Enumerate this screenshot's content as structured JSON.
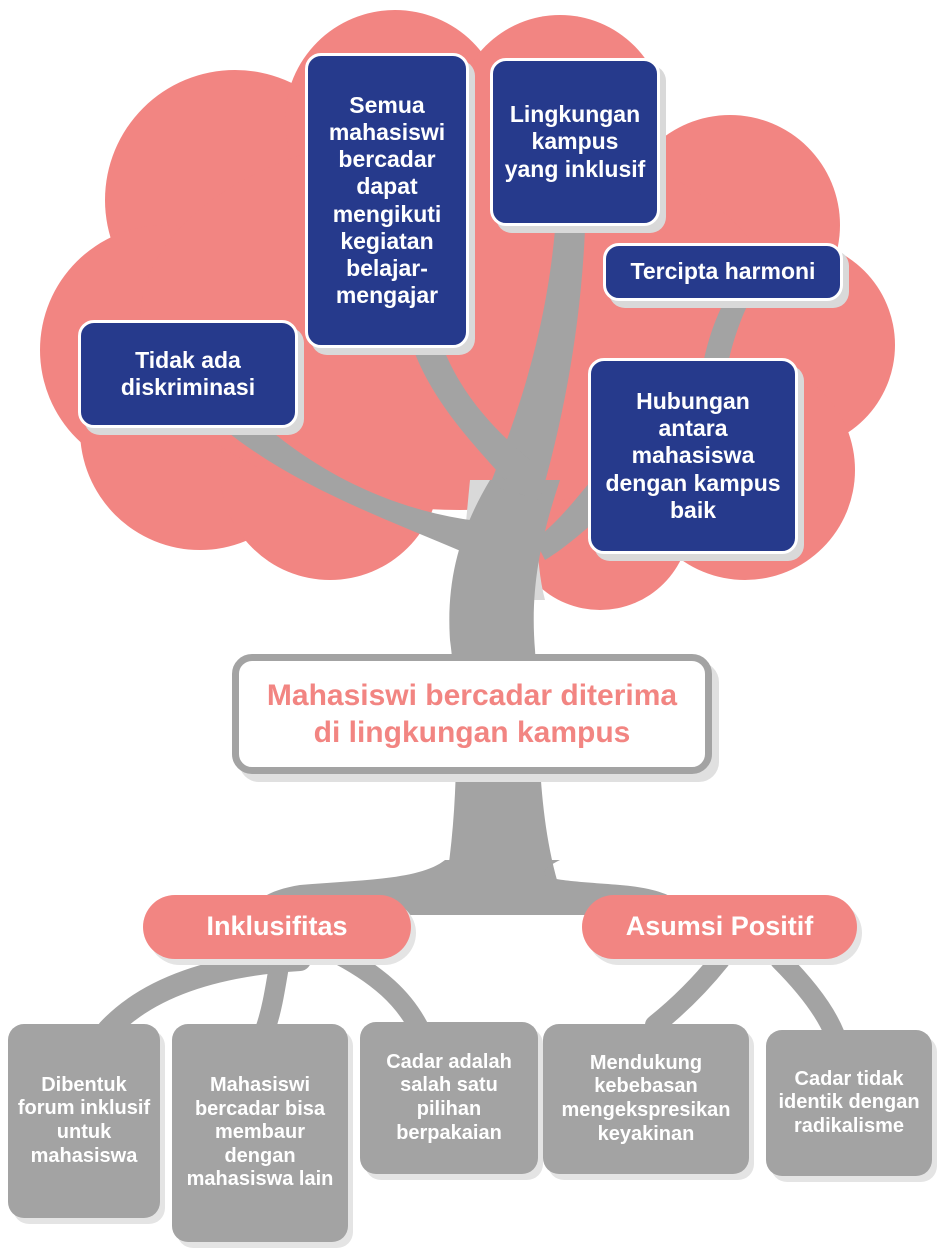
{
  "colors": {
    "canopy": "#f28582",
    "trunk": "#a3a3a3",
    "leaf_box": "#263a8c",
    "root_box": "#a3a3a3",
    "center_text": "#f28582"
  },
  "center": {
    "text": "Mahasiswi bercadar diterima di lingkungan kampus"
  },
  "branches": [
    {
      "id": "b1",
      "text": "Tidak ada diskriminasi"
    },
    {
      "id": "b2",
      "text": "Semua mahasiswi bercadar dapat mengikuti kegiatan belajar-mengajar"
    },
    {
      "id": "b3",
      "text": "Lingkungan kampus yang inklusif"
    },
    {
      "id": "b4",
      "text": "Tercipta harmoni"
    },
    {
      "id": "b5",
      "text": "Hubungan antara mahasiswa dengan kampus baik"
    }
  ],
  "root_groups": [
    {
      "label": "Inklusifitas",
      "items": [
        "Dibentuk forum inklusif untuk mahasiswa",
        "Mahasiswi bercadar bisa membaur dengan mahasiswa lain",
        "Cadar adalah salah satu pilihan berpakaian"
      ]
    },
    {
      "label": "Asumsi Positif",
      "items": [
        "Mendukung kebebasan mengekspresikan keyakinan",
        "Cadar tidak identik dengan radikalisme"
      ]
    }
  ]
}
